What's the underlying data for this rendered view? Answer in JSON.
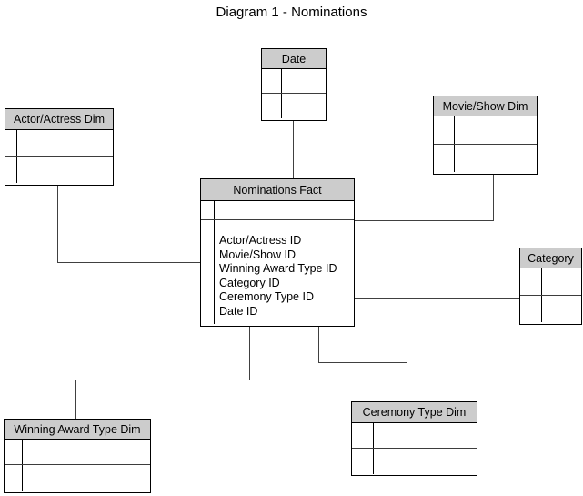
{
  "title": "Diagram 1 - Nominations",
  "colors": {
    "background": "#ffffff",
    "entity_header_fill": "#cccccc",
    "entity_border": "#000000",
    "connector_line": "#404040",
    "text": "#000000"
  },
  "tables": {
    "date": {
      "name": "Date",
      "rows": 2
    },
    "actor_actress_dim": {
      "name": "Actor/Actress Dim",
      "rows": 2
    },
    "movie_show_dim": {
      "name": "Movie/Show Dim",
      "rows": 2
    },
    "nominations_fact": {
      "name": "Nominations Fact",
      "fields": [
        "Actor/Actress ID",
        "Movie/Show ID",
        "Winning Award Type ID",
        "Category ID",
        "Ceremony Type ID",
        "Date ID"
      ]
    },
    "category": {
      "name": "Category",
      "rows": 2
    },
    "winning_award_type_dim": {
      "name": "Winning Award Type Dim",
      "rows": 2
    },
    "ceremony_type_dim": {
      "name": "Ceremony Type Dim",
      "rows": 2
    }
  },
  "connections": [
    "Date - Nominations Fact",
    "Actor/Actress Dim - Nominations Fact",
    "Movie/Show Dim - Nominations Fact",
    "Category - Nominations Fact",
    "Winning Award Type Dim - Nominations Fact",
    "Ceremony Type Dim - Nominations Fact"
  ]
}
